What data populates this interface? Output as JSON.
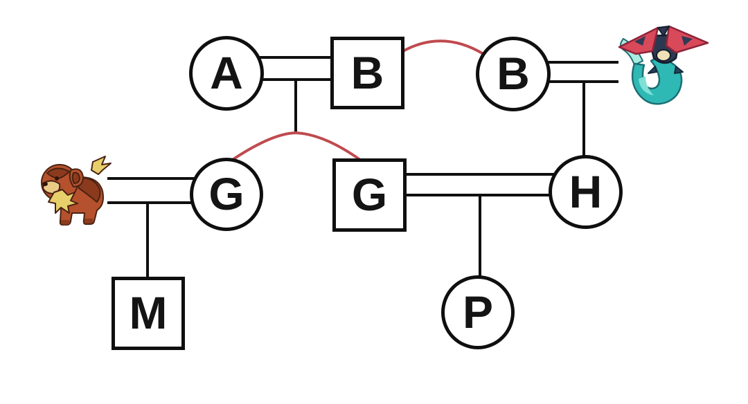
{
  "diagram": {
    "kind": "pokemon-breeding-pedigree",
    "colors": {
      "line_black": "#0f0f0f",
      "line_red": "#bf4a4e",
      "node_fill": "#ffffff"
    },
    "nodes": [
      {
        "id": "A",
        "label": "A",
        "shape": "circle",
        "position": "top-left"
      },
      {
        "id": "B1",
        "label": "B",
        "shape": "square",
        "position": "top-center"
      },
      {
        "id": "B2",
        "label": "B",
        "shape": "circle",
        "position": "top-right"
      },
      {
        "id": "G1",
        "label": "G",
        "shape": "circle",
        "position": "middle-left"
      },
      {
        "id": "G2",
        "label": "G",
        "shape": "square",
        "position": "middle-center"
      },
      {
        "id": "H",
        "label": "H",
        "shape": "circle",
        "position": "middle-right"
      },
      {
        "id": "M",
        "label": "M",
        "shape": "square",
        "position": "bottom-left"
      },
      {
        "id": "P",
        "label": "P",
        "shape": "circle",
        "position": "bottom-center"
      }
    ],
    "images": [
      {
        "id": "growlithe",
        "name": "hisuian-growlithe-illustration",
        "position": "middle-far-left"
      },
      {
        "id": "dragapult",
        "name": "dragapult-illustration",
        "position": "top-far-right"
      }
    ],
    "edges": [
      {
        "type": "pair-bond-double-line",
        "between": [
          "A",
          "B1"
        ],
        "color": "black"
      },
      {
        "type": "offspring-branch",
        "parents": [
          "A",
          "B1"
        ],
        "children": [
          "G1",
          "G2"
        ],
        "color": "red"
      },
      {
        "type": "sibling-link-curve",
        "between": [
          "B1",
          "B2"
        ],
        "color": "red"
      },
      {
        "type": "pair-bond-double-line",
        "between": [
          "B2",
          "dragapult"
        ],
        "color": "black"
      },
      {
        "type": "offspring-line",
        "parents": [
          "B2",
          "dragapult"
        ],
        "child": "H",
        "color": "black"
      },
      {
        "type": "pair-bond-double-line",
        "between": [
          "growlithe",
          "G1"
        ],
        "color": "black"
      },
      {
        "type": "offspring-line",
        "parents": [
          "growlithe",
          "G1"
        ],
        "child": "M",
        "color": "black"
      },
      {
        "type": "pair-bond-double-line",
        "between": [
          "G2",
          "H"
        ],
        "color": "black"
      },
      {
        "type": "offspring-line",
        "parents": [
          "G2",
          "H"
        ],
        "child": "P",
        "color": "black"
      }
    ]
  }
}
